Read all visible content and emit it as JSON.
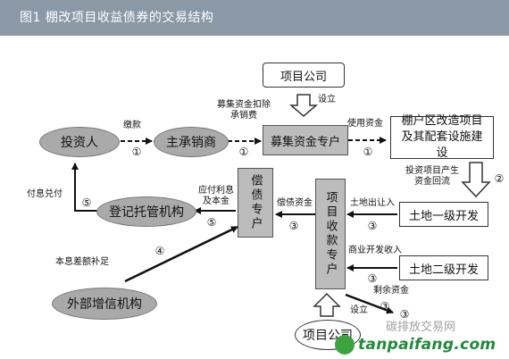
{
  "title": "图1 棚改项目收益债券的交易结构",
  "nodes": {
    "investor": "投资人",
    "lead_underwriter": "主承销商",
    "fund_account": "募集资金专户",
    "project_company_top": "项目公司",
    "shantytown_project": "棚户区改造项目及其配套设施建设",
    "repayment_account": "偿债专户",
    "project_income_account": "项目收款专户",
    "land_primary": "土地一级开发",
    "land_secondary": "土地二级开发",
    "registry_custody": "登记托管机构",
    "external_credit": "外部增信机构",
    "project_company_bottom": "项目公司"
  },
  "labels": {
    "subscription": "缴款",
    "fundraise_deduct": "募集资金扣除承销费",
    "establish_top": "设立",
    "use_funds": "使用资金",
    "project_return": "投资项目产生资金回流",
    "land_transfer": "土地出让入",
    "commercial_income": "商业开发收入",
    "remaining_funds": "剩余资金",
    "debt_funds": "偿债资金",
    "principal_interest": "应付利息及本金",
    "interest_payment": "付息兑付",
    "shortfall": "本息差额补足",
    "establish_bottom": "设立"
  },
  "markers": {
    "m1a": "①",
    "m1b": "①",
    "m1c": "①",
    "m2": "②",
    "m3a": "③",
    "m3b": "③",
    "m3c": "③",
    "m3d": "③",
    "m3e": "③",
    "m4": "④",
    "m5a": "⑤",
    "m5b": "⑤"
  },
  "watermark": {
    "brand": "tanpaifang.com",
    "ghost": "碳排放交易网"
  },
  "colors": {
    "title_bg": "#8b98a6",
    "watermark": "#1f8a3a"
  }
}
